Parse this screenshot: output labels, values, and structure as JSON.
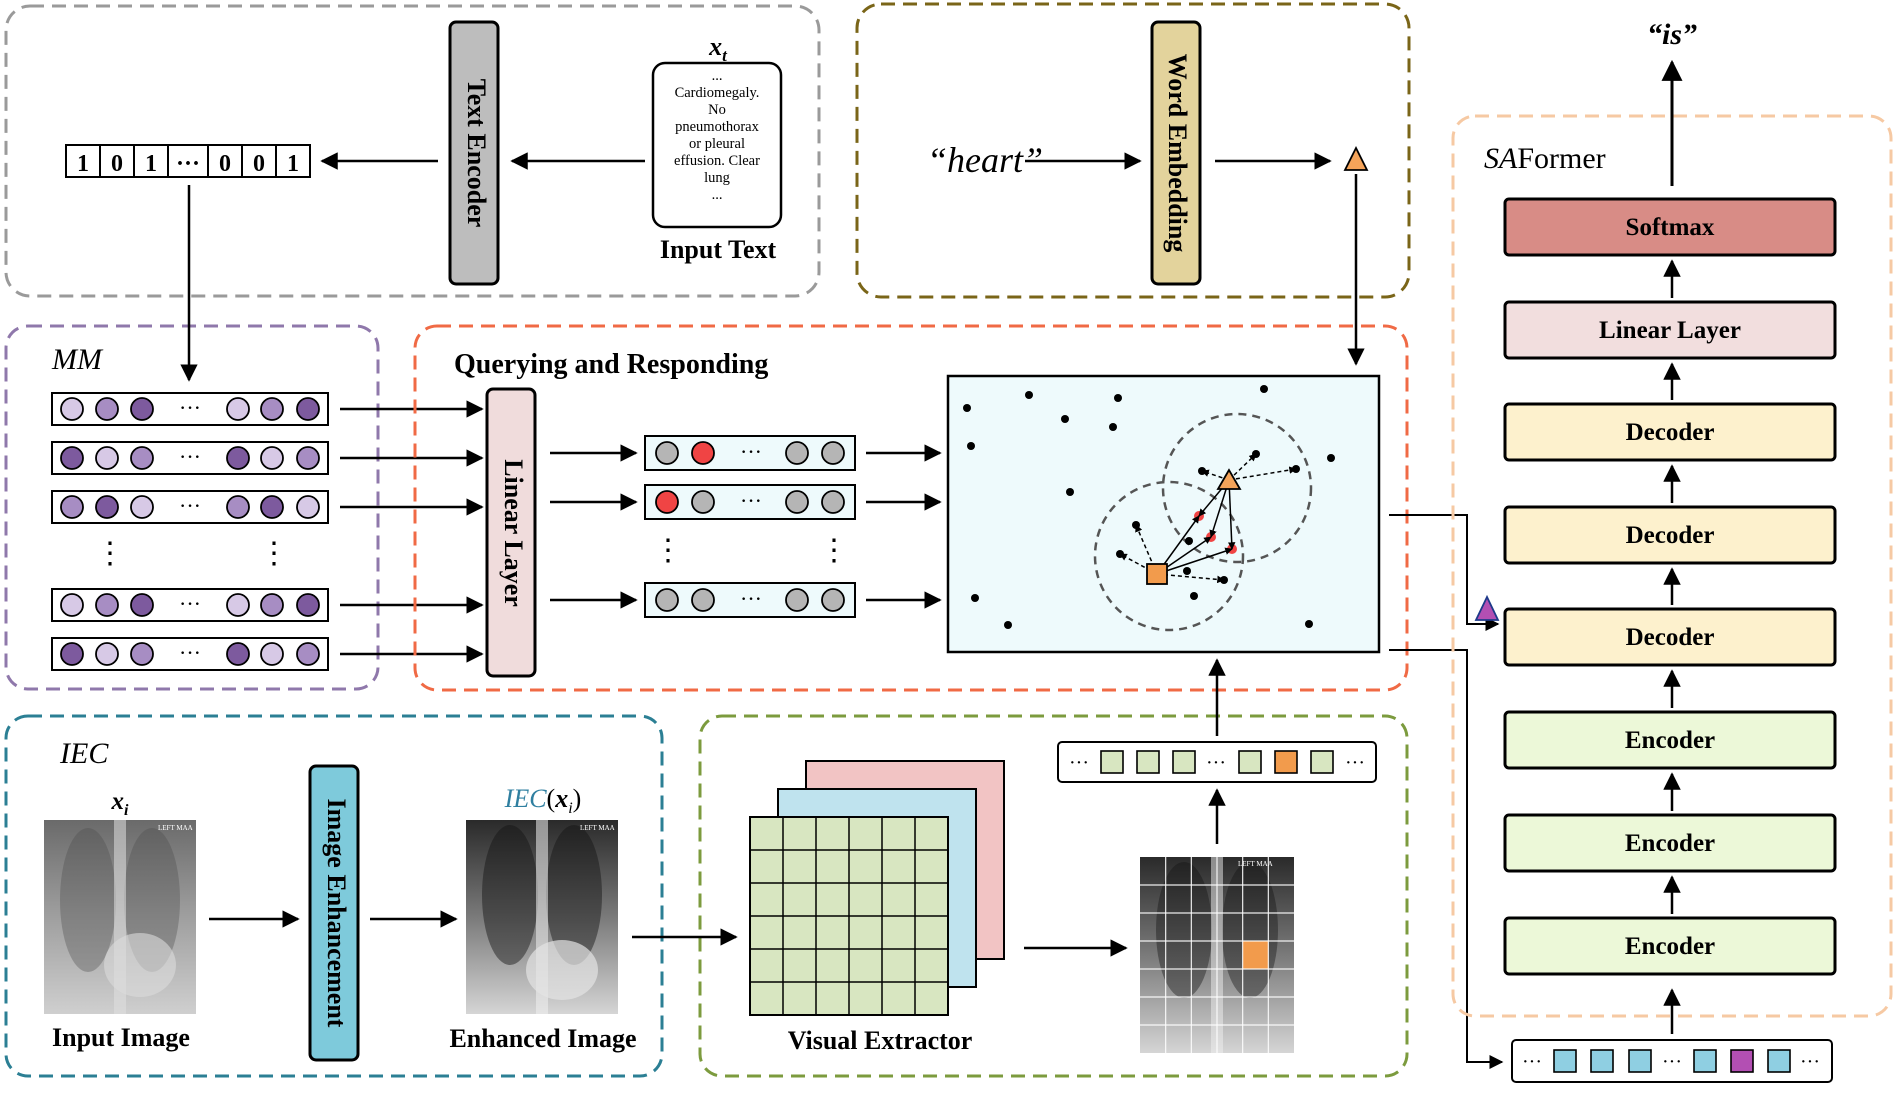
{
  "text_module": {
    "encoder_label": "Text Encoder",
    "input_label": "Input Text",
    "var_label": "x",
    "var_sub": "t",
    "report_lines": [
      "...",
      "Cardiomegaly.",
      "No",
      "pneumothorax",
      "or pleural",
      "effusion. Clear",
      "lung",
      "..."
    ],
    "vector_cells": [
      "1",
      "0",
      "1",
      "···",
      "0",
      "0",
      "1"
    ]
  },
  "word_module": {
    "word": "“heart”",
    "embedding_label": "Word Embedding"
  },
  "mm_module": {
    "title": "MM",
    "ellipsis": "···",
    "vdots": "⋮"
  },
  "qr_module": {
    "title": "Querying and Responding",
    "linear_label": "Linear Layer",
    "ellipsis": "···",
    "vdots": "⋮"
  },
  "iec_module": {
    "title": "IEC",
    "input_var": "x",
    "input_sub": "i",
    "input_label": "Input Image",
    "enh_label": "Image Enhancement",
    "out_var_prefix": "IEC",
    "out_var": "x",
    "out_sub": "i",
    "out_label": "Enhanced Image",
    "xray_tag": "LEFT  MAA"
  },
  "visual_module": {
    "label": "Visual Extractor",
    "ellipsis": "···"
  },
  "saformer": {
    "title_italic": "SA",
    "title_rest": "Former",
    "output_word": "“is”",
    "blocks": [
      "Softmax",
      "Linear Layer",
      "Decoder",
      "Decoder",
      "Decoder",
      "Encoder",
      "Encoder",
      "Encoder"
    ],
    "ellipsis": "···"
  },
  "colors": {
    "text_box": "#bdbdbd",
    "word_embed": "#e3d39c",
    "linear": "#f0dcdc",
    "image_enh": "#7ecadb",
    "softmax": "#d88c86",
    "sa_linear": "#f2dede",
    "decoder": "#fdf1cd",
    "encoder": "#ecf8d8",
    "triangle_orange": "#f5a45a",
    "orange_sq": "#f29b4c",
    "purple_tri": "#b34fb3",
    "purple_dark": "#7d5a9e",
    "purple_mid": "#a78dc3",
    "purple_light": "#d7c9e6",
    "red_dot": "#f04444",
    "cyan_sq": "#8fcfe2",
    "green_cell": "#d8e6c1"
  }
}
